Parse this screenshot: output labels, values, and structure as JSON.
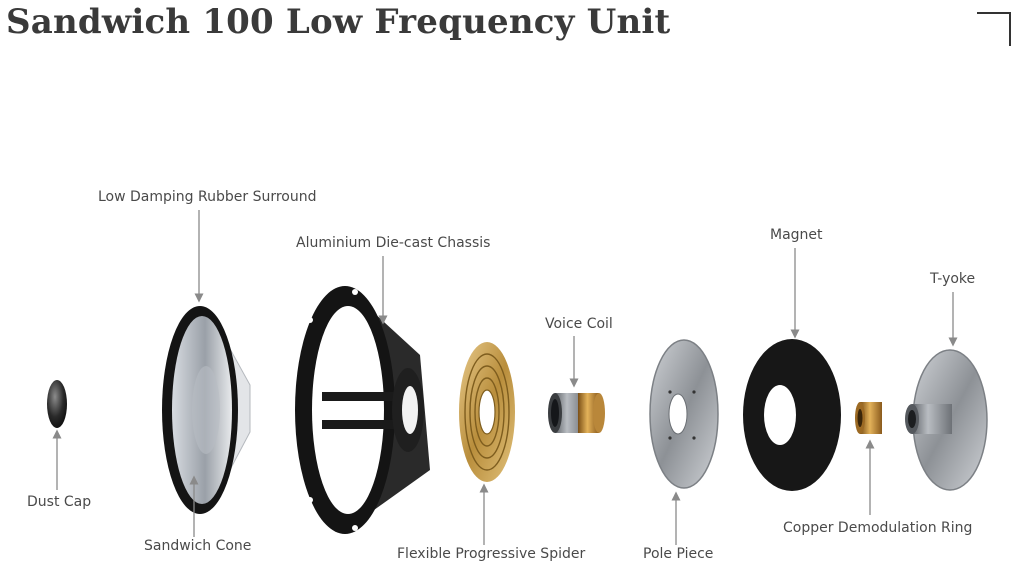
{
  "title": "Sandwich 100 Low Frequency Unit",
  "icons": {
    "corner": "corner-bracket-icon"
  },
  "colors": {
    "text": "#4a4a4a",
    "arrow": "#8a8a8a",
    "spider": "#c9a14f",
    "coil_copper": "#c8962e",
    "chassis": "#1c1c1c",
    "metal": "#9fa3a8"
  },
  "labels": {
    "dust_cap": "Dust Cap",
    "rubber_surround": "Low Damping Rubber Surround",
    "sandwich_cone": "Sandwich Cone",
    "chassis": "Aluminium Die-cast Chassis",
    "spider": "Flexible Progressive Spider",
    "voice_coil": "Voice Coil",
    "pole_piece": "Pole Piece",
    "magnet": "Magnet",
    "copper_ring": "Copper Demodulation Ring",
    "t_yoke": "T-yoke"
  }
}
